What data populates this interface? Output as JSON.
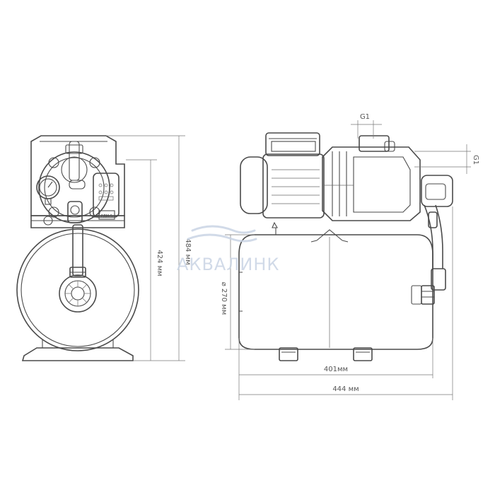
{
  "watermark": {
    "text": "АКВАЛИНК",
    "color": "#c9d4e4"
  },
  "dimensions": {
    "height_total": "484 мм",
    "height_body": "424 мм",
    "tank_diameter": "⌀ 270 мм",
    "tank_length": "401мм",
    "total_length": "444 мм",
    "thread_top": "G1",
    "thread_side": "G1"
  },
  "labels": {
    "pressure_switch_badge": "РДМ-5"
  },
  "icons": [
    "pump-front-view-icon",
    "pump-side-view-icon",
    "pressure-gauge-icon",
    "pressure-switch-icon",
    "wave-logo-icon"
  ]
}
